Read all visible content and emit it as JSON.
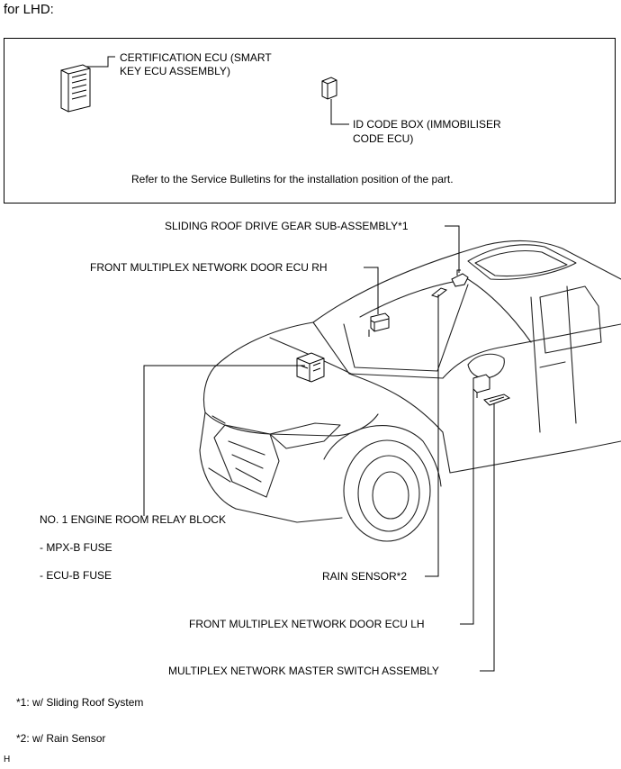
{
  "title": "for LHD:",
  "box": {
    "certification_ecu_line1": "CERTIFICATION ECU (SMART",
    "certification_ecu_line2": "KEY ECU ASSEMBLY)",
    "id_code_box_line1": "ID CODE BOX (IMMOBILISER",
    "id_code_box_line2": "CODE ECU)",
    "note": "Refer to the Service Bulletins for the installation position of the part."
  },
  "labels": {
    "sliding_roof": "SLIDING ROOF DRIVE GEAR SUB-ASSEMBLY*1",
    "door_ecu_rh": "FRONT MULTIPLEX NETWORK DOOR ECU RH",
    "relay_block": "NO. 1 ENGINE ROOM RELAY BLOCK",
    "mpx_fuse": "- MPX-B FUSE",
    "ecu_fuse": "- ECU-B FUSE",
    "rain_sensor": "RAIN SENSOR*2",
    "door_ecu_lh": "FRONT MULTIPLEX NETWORK DOOR ECU LH",
    "master_switch": "MULTIPLEX NETWORK MASTER SWITCH ASSEMBLY"
  },
  "footnotes": {
    "note1": "*1: w/ Sliding Roof System",
    "note2": "*2: w/ Rain Sensor"
  },
  "figure_code": "H"
}
